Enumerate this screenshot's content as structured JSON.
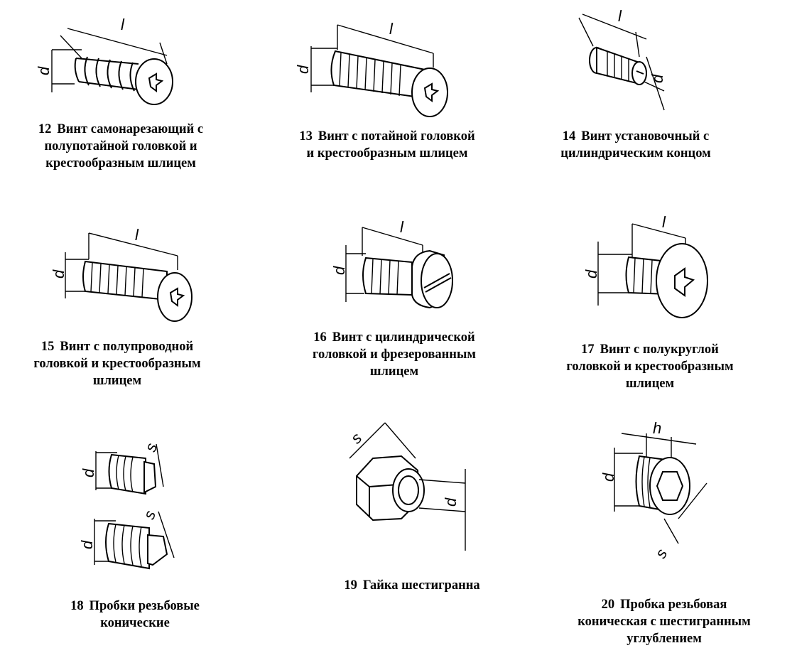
{
  "title": "",
  "dimension_letters": {
    "d": "d",
    "l": "l",
    "s": "s",
    "h": "h"
  },
  "items": [
    {
      "number": "12",
      "lines": [
        "Винт самонарезающий с",
        "полупотайной головкой и",
        "крестообразным шлицем"
      ]
    },
    {
      "number": "13",
      "lines": [
        "Винт с потайной головкой",
        "и крестообразным шлицем"
      ]
    },
    {
      "number": "14",
      "lines": [
        "Винт установочный с",
        "цилиндрическим концом"
      ]
    },
    {
      "number": "15",
      "lines": [
        "Винт с полупроводной",
        "головкой и крестообразным",
        "шлицем"
      ]
    },
    {
      "number": "16",
      "lines": [
        "Винт с цилиндрической",
        "головкой и фрезерованным",
        "шлицем"
      ]
    },
    {
      "number": "17",
      "lines": [
        "Винт с полукруглой",
        "головкой и крестообразным",
        "шлицем"
      ]
    },
    {
      "number": "18",
      "lines": [
        "Пробки резьбовые",
        "конические"
      ]
    },
    {
      "number": "19",
      "lines": [
        "Гайка шестигранна"
      ]
    },
    {
      "number": "20",
      "lines": [
        "Пробка резьбовая",
        "коническая с шестигранным",
        "углублением"
      ]
    }
  ]
}
